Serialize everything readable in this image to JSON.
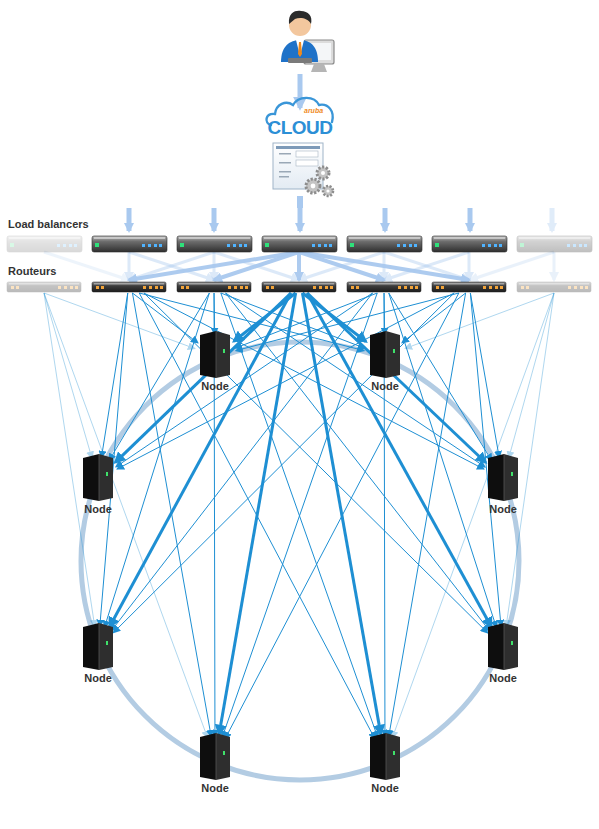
{
  "diagram": {
    "nodes": [
      {
        "text": [
          "aruba",
          "CLOUD"
        ]
      },
      {
        "text": [
          "Node"
        ]
      },
      {
        "text": [
          "Node"
        ]
      },
      {
        "text": [
          "Node"
        ]
      },
      {
        "text": [
          "Node"
        ]
      },
      {
        "text": [
          "Node"
        ]
      },
      {
        "text": [
          "Node"
        ]
      },
      {
        "text": [
          "Node"
        ]
      },
      {
        "text": [
          "Node"
        ]
      }
    ],
    "labels": [
      "Load balancers",
      "Routeurs"
    ]
  }
}
